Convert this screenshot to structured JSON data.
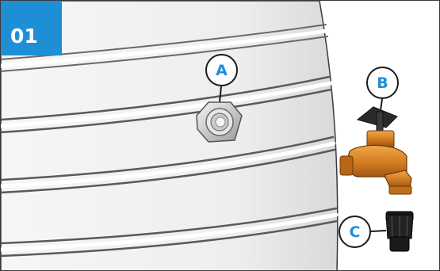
{
  "step": {
    "number": "01",
    "badge_color": "#1e8fd6"
  },
  "callouts": [
    {
      "letter": "A",
      "target": "tank-outlet-nut"
    },
    {
      "letter": "B",
      "target": "brass-faucet"
    },
    {
      "letter": "C",
      "target": "hose-adapter"
    }
  ],
  "colors": {
    "tank": "#f2f2f2",
    "tank_groove": "#5a5a5a",
    "brass": "#d07a1f",
    "tap_handle": "#2a2a2a",
    "adapter": "#1a1a1a",
    "label_text": "#1e8fd6"
  }
}
